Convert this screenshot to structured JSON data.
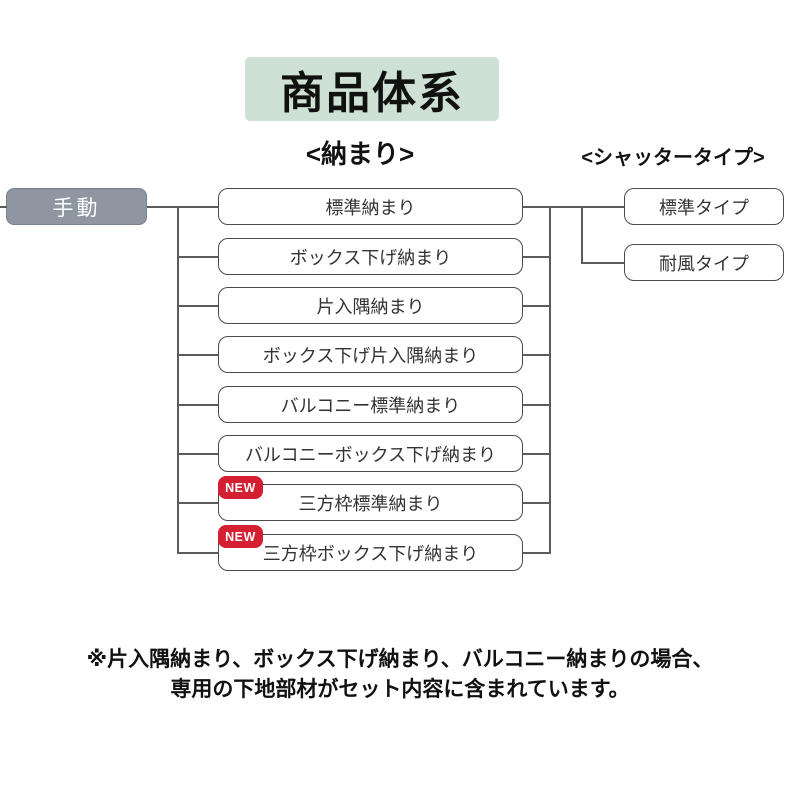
{
  "title": "商品体系",
  "headers": {
    "osamari": "<納まり>",
    "shutter_type": "<シャッタータイプ>"
  },
  "manual": {
    "label": "手動"
  },
  "new_badge_label": "NEW",
  "osamari_items": [
    {
      "label": "標準納まり",
      "new": false
    },
    {
      "label": "ボックス下げ納まり",
      "new": false
    },
    {
      "label": "片入隅納まり",
      "new": false
    },
    {
      "label": "ボックス下げ片入隅納まり",
      "new": false
    },
    {
      "label": "バルコニー標準納まり",
      "new": false
    },
    {
      "label": "バルコニーボックス下げ納まり",
      "new": false
    },
    {
      "label": "三方枠標準納まり",
      "new": true
    },
    {
      "label": "三方枠ボックス下げ納まり",
      "new": true
    }
  ],
  "shutter_types": [
    {
      "label": "標準タイプ"
    },
    {
      "label": "耐風タイプ"
    }
  ],
  "note": {
    "line1": "※片入隅納まり、ボックス下げ納まり、バルコニー納まりの場合、",
    "line2": "専用の下地部材がセット内容に含まれています。"
  },
  "colors": {
    "title_bg": "#cfe1d4",
    "manual_bg": "#8d96a1",
    "new_badge": "#d41f33",
    "line": "#5b5b5b",
    "box_border": "#4b4b4b"
  }
}
